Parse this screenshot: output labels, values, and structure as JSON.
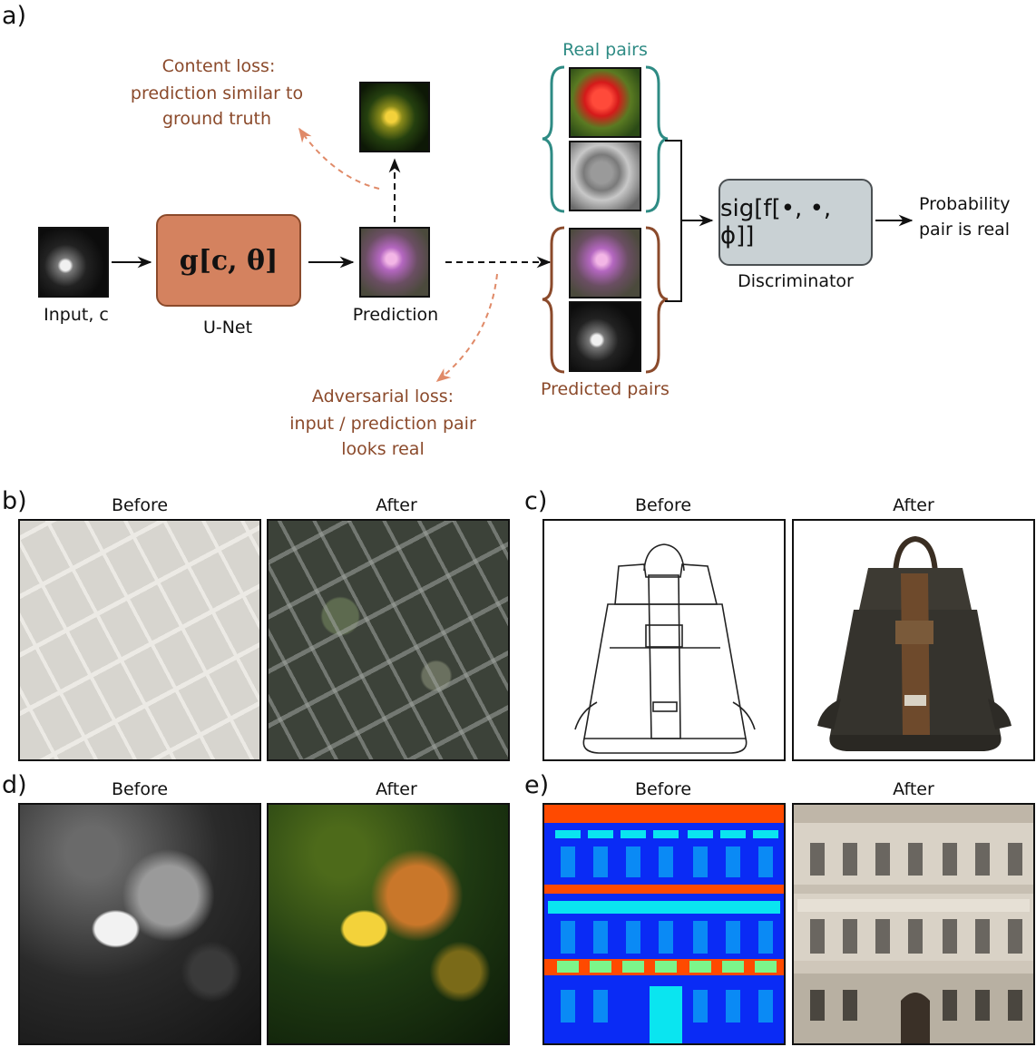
{
  "panels": {
    "a": "a)",
    "b": "b)",
    "c": "c)",
    "d": "d)",
    "e": "e)"
  },
  "top": {
    "input_label": "Input, c",
    "unet_formula": "g[c, θ]",
    "unet_label": "U-Net",
    "prediction_label": "Prediction",
    "content_loss": [
      "Content loss:",
      "prediction similar to",
      "ground truth"
    ],
    "adversarial_loss": [
      "Adversarial loss:",
      "input / prediction pair",
      "looks real"
    ],
    "real_pairs": "Real pairs",
    "predicted_pairs": "Predicted pairs",
    "discriminator_formula": "sig[f[•, •, ϕ]]",
    "discriminator_label": "Discriminator",
    "output": [
      "Probability",
      "pair is real"
    ]
  },
  "examples": {
    "b": {
      "before": "Before",
      "after": "After"
    },
    "c": {
      "before": "Before",
      "after": "After"
    },
    "d": {
      "before": "Before",
      "after": "After"
    },
    "e": {
      "before": "Before",
      "after": "After"
    }
  },
  "colors": {
    "brown": "#8B4A2B",
    "teal": "#2E8B84",
    "unet_fill": "#D4825F",
    "disc_fill": "#C9D1D4",
    "facade_orange": "#FF4A00",
    "facade_blue": "#0A2BF5",
    "facade_cyan": "#0AE5F0",
    "facade_green": "#7CF58A"
  }
}
